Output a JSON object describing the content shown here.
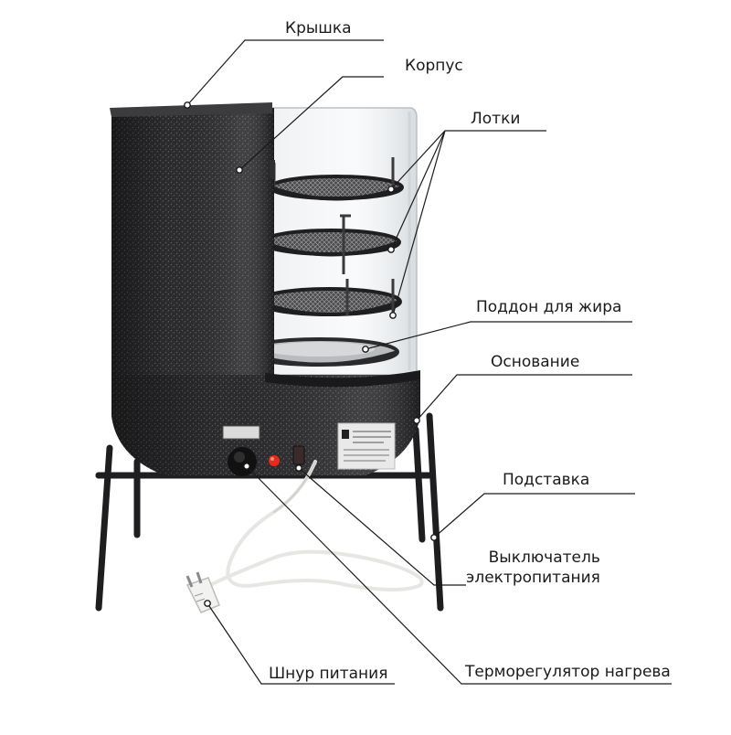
{
  "diagram": {
    "callouts": [
      {
        "id": "lid",
        "text": "Крышка"
      },
      {
        "id": "body",
        "text": "Корпус"
      },
      {
        "id": "trays",
        "text": "Лотки"
      },
      {
        "id": "grease-tray",
        "text": "Поддон для жира"
      },
      {
        "id": "base",
        "text": "Основание"
      },
      {
        "id": "stand",
        "text": "Подставка"
      },
      {
        "id": "power-switch",
        "text": "Выключатель\nэлектропитания"
      },
      {
        "id": "power-cord",
        "text": "Шнур питания"
      },
      {
        "id": "thermostat",
        "text": "Терморегулятор нагрева"
      }
    ]
  },
  "colors": {
    "housing": "#2b2b2d",
    "housing_speckle": "#6b6b70",
    "glass": "#dfe4e8",
    "tray_metal": "#3a3a3c",
    "lamp_red": "#e8291c",
    "leader_line": "#1a1a1a",
    "cord": "#e6e6e3"
  }
}
